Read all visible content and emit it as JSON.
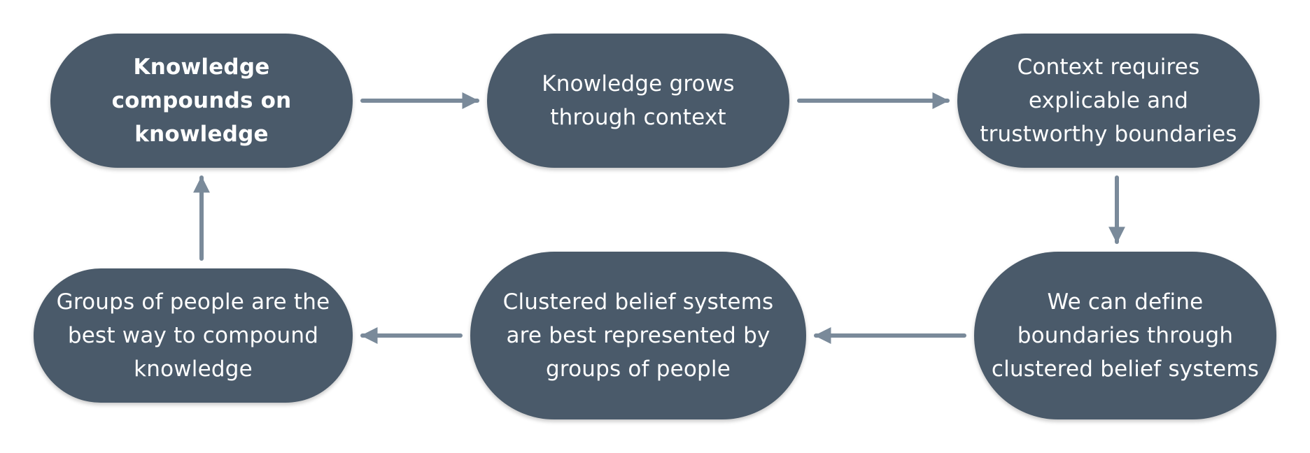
{
  "diagram": {
    "nodes": [
      {
        "id": "n1",
        "label": "Knowledge compounds on knowledge",
        "emphasis": "bold"
      },
      {
        "id": "n2",
        "label": "Knowledge grows through context"
      },
      {
        "id": "n3",
        "label": "Context requires explicable and trustworthy boundaries"
      },
      {
        "id": "n4",
        "label": "We can define boundaries through clustered belief systems"
      },
      {
        "id": "n5",
        "label": "Clustered belief systems are best represented by groups of people"
      },
      {
        "id": "n6",
        "label": "Groups of people are the best way to compound knowledge"
      }
    ],
    "edges": [
      {
        "from": "n1",
        "to": "n2"
      },
      {
        "from": "n2",
        "to": "n3"
      },
      {
        "from": "n3",
        "to": "n4"
      },
      {
        "from": "n4",
        "to": "n5"
      },
      {
        "from": "n5",
        "to": "n6"
      },
      {
        "from": "n6",
        "to": "n1"
      }
    ],
    "colors": {
      "node_fill": "#4a5a6a",
      "node_text": "#ffffff",
      "arrow": "#7a8a9a",
      "background": "#ffffff"
    }
  }
}
